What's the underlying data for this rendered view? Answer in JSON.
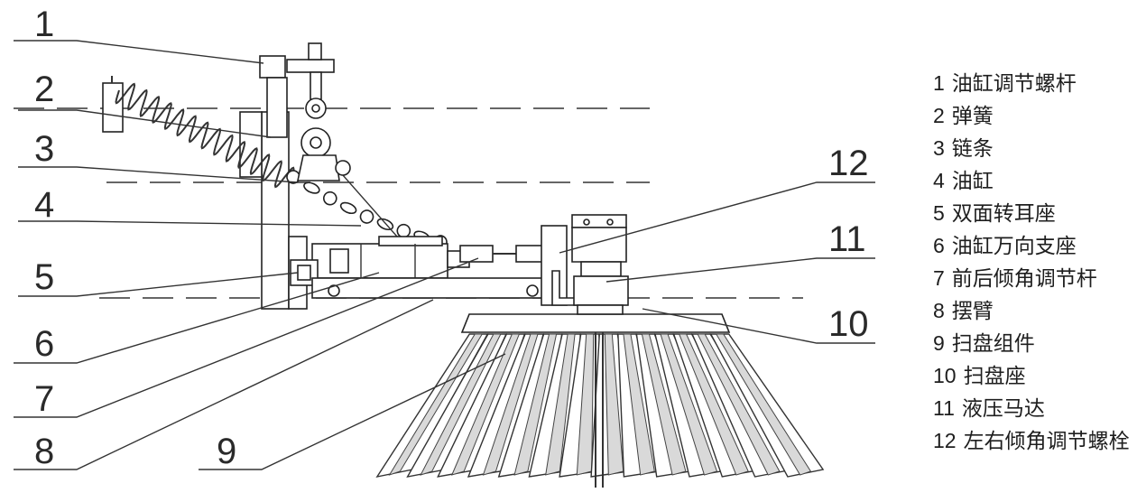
{
  "callouts": [
    {
      "num": "1"
    },
    {
      "num": "2"
    },
    {
      "num": "3"
    },
    {
      "num": "4"
    },
    {
      "num": "5"
    },
    {
      "num": "6"
    },
    {
      "num": "7"
    },
    {
      "num": "8"
    },
    {
      "num": "9"
    },
    {
      "num": "10"
    },
    {
      "num": "11"
    },
    {
      "num": "12"
    }
  ],
  "legend": [
    {
      "num": "1",
      "name": "油缸调节螺杆"
    },
    {
      "num": "2",
      "name": "弹簧"
    },
    {
      "num": "3",
      "name": "链条"
    },
    {
      "num": "4",
      "name": "油缸"
    },
    {
      "num": "5",
      "name": "双面转耳座"
    },
    {
      "num": "6",
      "name": "油缸万向支座"
    },
    {
      "num": "7",
      "name": "前后倾角调节杆"
    },
    {
      "num": "8",
      "name": "摆臂"
    },
    {
      "num": "9",
      "name": "扫盘组件"
    },
    {
      "num": "10",
      "name": "扫盘座"
    },
    {
      "num": "11",
      "name": "液压马达"
    },
    {
      "num": "12",
      "name": "左右倾角调节螺栓"
    }
  ]
}
